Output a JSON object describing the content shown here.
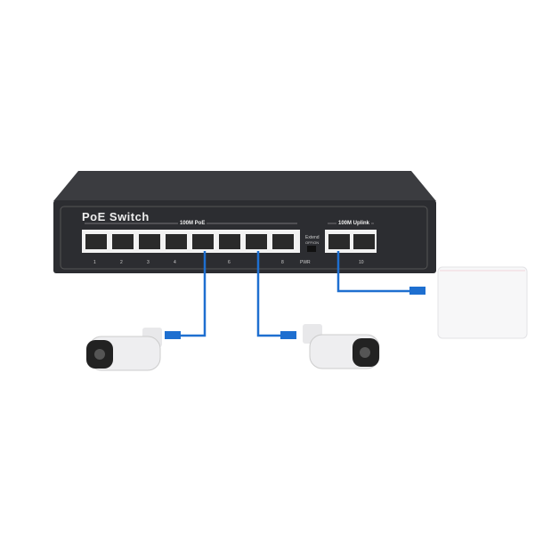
{
  "device": {
    "title": "PoE Switch",
    "poe_group_label": "100M PoE",
    "uplink_group_label": "100M Uplink",
    "extend_label": "Extend",
    "extend_option_label": "OFF/ON",
    "power_label": "PWR",
    "port_labels": [
      "1",
      "2",
      "3",
      "4",
      "6",
      "8",
      "10"
    ]
  },
  "colors": {
    "body": "#2e2f33",
    "cable": "#1e6fd0",
    "port": "#f2f2f2"
  }
}
